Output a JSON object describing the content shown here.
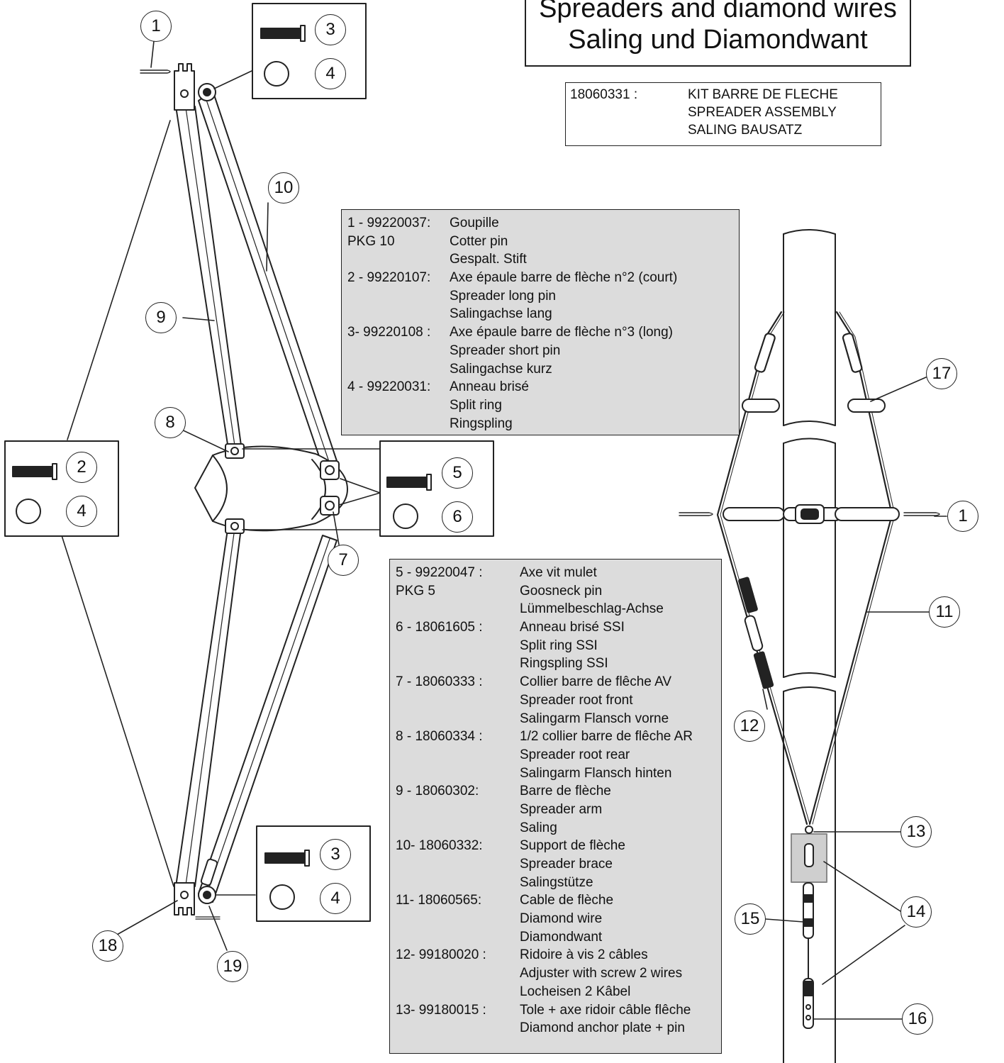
{
  "title": {
    "line1": "Spreaders and diamond wires",
    "line2": "Saling und Diamondwant"
  },
  "kit": {
    "code": "18060331 :",
    "lines": [
      "KIT BARRE DE FLECHE",
      "SPREADER ASSEMBLY",
      "SALING BAUSATZ"
    ]
  },
  "legend_top": [
    [
      "1 - 99220037:",
      "Goupille"
    ],
    [
      "PKG 10",
      "Cotter pin"
    ],
    [
      "",
      "Gespalt. Stift"
    ],
    [
      "2 - 99220107:",
      "Axe épaule barre de flèche n°2 (court)"
    ],
    [
      "",
      "Spreader long pin"
    ],
    [
      "",
      "Salingachse lang"
    ],
    [
      "3- 99220108 :",
      "Axe épaule barre de flèche n°3 (long)"
    ],
    [
      "",
      "Spreader short pin"
    ],
    [
      "",
      "Salingachse kurz"
    ],
    [
      "4 - 99220031:",
      "Anneau brisé"
    ],
    [
      "",
      "Split ring"
    ],
    [
      "",
      "Ringspling"
    ]
  ],
  "legend_bottom": [
    [
      "5 - 99220047 :",
      "Axe vit mulet"
    ],
    [
      "PKG 5",
      "Goosneck pin"
    ],
    [
      "",
      "Lümmelbeschlag-Achse"
    ],
    [
      "6 - 18061605 :",
      "Anneau brisé SSI"
    ],
    [
      "",
      "Split ring SSI"
    ],
    [
      "",
      "Ringspling SSI"
    ],
    [
      "7 - 18060333 :",
      "Collier barre de flêche AV"
    ],
    [
      "",
      "Spreader root front"
    ],
    [
      "",
      "Salingarm Flansch vorne"
    ],
    [
      "8 - 18060334 :",
      "1/2 collier barre de flêche AR"
    ],
    [
      "",
      "Spreader root rear"
    ],
    [
      "",
      "Salingarm Flansch hinten"
    ],
    [
      "9 - 18060302:",
      "Barre de flèche"
    ],
    [
      "",
      "Spreader arm"
    ],
    [
      "",
      "Saling"
    ],
    [
      "10- 18060332:",
      "Support de flèche"
    ],
    [
      "",
      "Spreader brace"
    ],
    [
      "",
      "Salingstütze"
    ],
    [
      "11- 18060565:",
      "Cable de flèche"
    ],
    [
      "",
      "Diamond wire"
    ],
    [
      "",
      "Diamondwant"
    ],
    [
      "12- 99180020 :",
      "Ridoire à vis 2 câbles"
    ],
    [
      "",
      "Adjuster with screw 2 wires"
    ],
    [
      "",
      "Locheisen 2 Kâbel"
    ],
    [
      "13- 99180015 :",
      "Tole + axe ridoir câble flêche"
    ],
    [
      "",
      "Diamond anchor plate + pin"
    ]
  ],
  "callouts": {
    "n1": "1",
    "n2": "2",
    "n3": "3",
    "n4": "4",
    "n5": "5",
    "n6": "6",
    "n7": "7",
    "n8": "8",
    "n9": "9",
    "n10": "10",
    "n11": "11",
    "n12": "12",
    "n13": "13",
    "n14": "14",
    "n15": "15",
    "n16": "16",
    "n17": "17",
    "n18": "18",
    "n19": "19"
  },
  "colors": {
    "line": "#222222",
    "legend_fill": "#dcdcdc",
    "plate_fill": "#cfcfcf"
  }
}
